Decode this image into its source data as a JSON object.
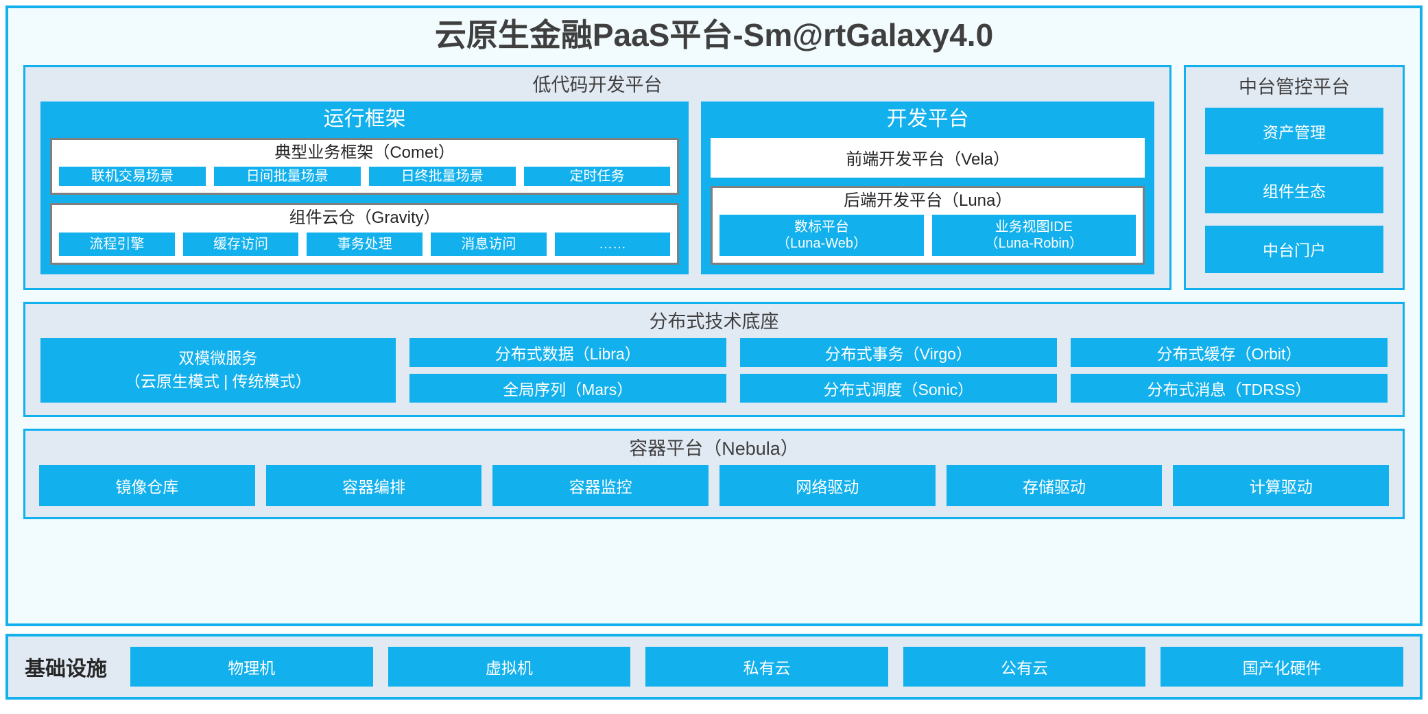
{
  "title": "云原生金融PaaS平台-Sm@rtGalaxy4.0",
  "colors": {
    "accent": "#12b0ec",
    "panel_bg": "#e1e9f3",
    "page_bg": "#f2fbfd",
    "group_border": "#7f7f7f",
    "text_dark": "#3f3f3f"
  },
  "lowcode": {
    "title": "低代码开发平台",
    "runtime": {
      "title": "运行框架",
      "comet": {
        "title": "典型业务框架（Comet）",
        "items": [
          "联机交易场景",
          "日间批量场景",
          "日终批量场景",
          "定时任务"
        ]
      },
      "gravity": {
        "title": "组件云仓（Gravity）",
        "items": [
          "流程引擎",
          "缓存访问",
          "事务处理",
          "消息访问",
          "……"
        ]
      }
    },
    "devplatform": {
      "title": "开发平台",
      "frontend": "前端开发平台（Vela）",
      "backend": {
        "title": "后端开发平台（Luna）",
        "items": [
          {
            "line1": "数标平台",
            "line2": "（Luna-Web）"
          },
          {
            "line1": "业务视图IDE",
            "line2": "（Luna-Robin）"
          }
        ]
      }
    }
  },
  "midoffice": {
    "title": "中台管控平台",
    "items": [
      "资产管理",
      "组件生态",
      "中台门户"
    ]
  },
  "distributed": {
    "title": "分布式技术底座",
    "wide": {
      "line1": "双模微服务",
      "line2": "（云原生模式 | 传统模式）"
    },
    "columns": [
      [
        "分布式数据（Libra）",
        "全局序列（Mars）"
      ],
      [
        "分布式事务（Virgo）",
        "分布式调度（Sonic）"
      ],
      [
        "分布式缓存（Orbit）",
        "分布式消息（TDRSS）"
      ]
    ]
  },
  "container": {
    "title": "容器平台（Nebula）",
    "items": [
      "镜像仓库",
      "容器编排",
      "容器监控",
      "网络驱动",
      "存储驱动",
      "计算驱动"
    ]
  },
  "infrastructure": {
    "label": "基础设施",
    "items": [
      "物理机",
      "虚拟机",
      "私有云",
      "公有云",
      "国产化硬件"
    ]
  }
}
